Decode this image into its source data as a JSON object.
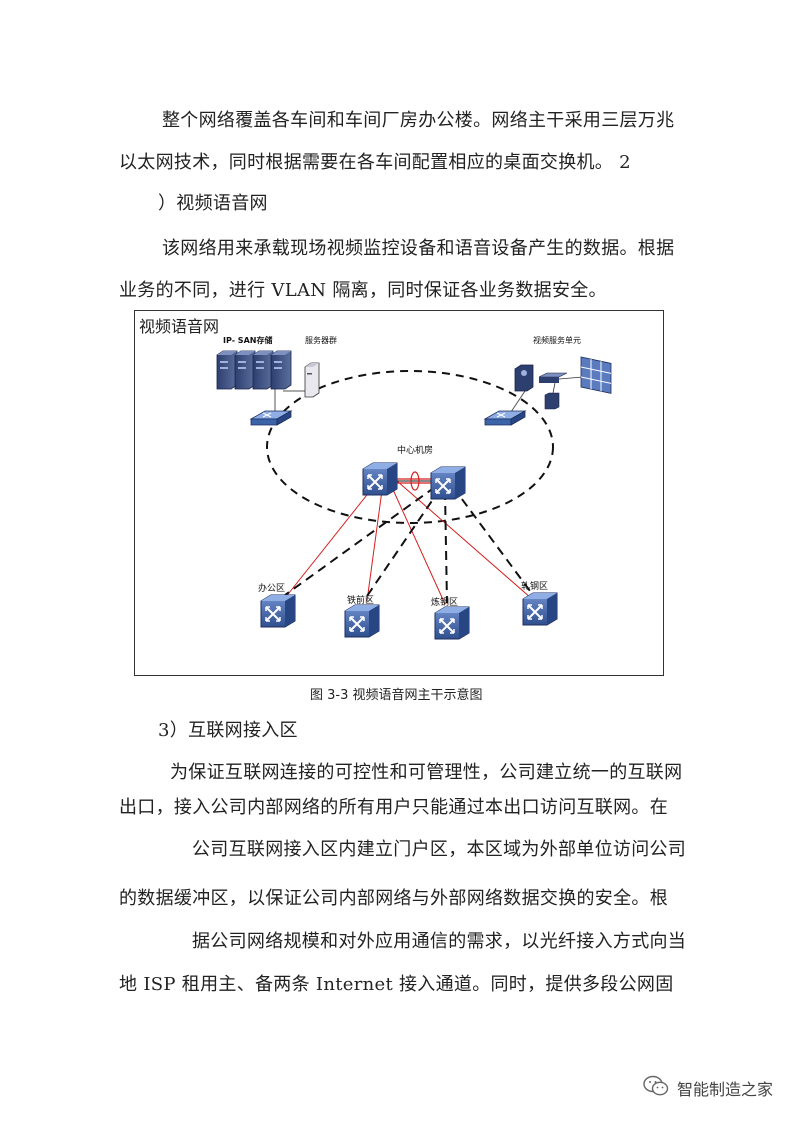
{
  "paragraphs": {
    "p1_l1": "整个网络覆盖各车间和车间厂房办公楼。网络主干采用三层万兆",
    "p1_l2": "以太网技术，同时根据需要在各车间配置相应的桌面交换机。 2",
    "p2_heading": "）视频语音网",
    "p3_l1": "该网络用来承载现场视频监控设备和语音设备产生的数据。根据",
    "p3_l2": "业务的不同，进行 VLAN 隔离，同时保证各业务数据安全。",
    "p4_heading": "3）互联网接入区",
    "p5_l1": "为保证互联网连接的可控性和可管理性，公司建立统一的互联网",
    "p5_l2": "出口，接入公司内部网络的所有用户只能通过本出口访问互联网。在",
    "p5_l3": "公司互联网接入区内建立门户区，本区域为外部单位访问公司",
    "p5_l4": "的数据缓冲区，以保证公司内部网络与外部网络数据交换的安全。根",
    "p5_l5": "据公司网络规模和对外应用通信的需求，以光纤接入方式向当",
    "p5_l6": "地 ISP 租用主、备两条 Internet 接入通道。同时，提供多段公网固"
  },
  "figure": {
    "box_title": "视频语音网",
    "caption": "图 3-3 视频语音网主干示意图",
    "labels": {
      "ip_san": "IP- SAN存储",
      "server_group": "服务器群",
      "video_unit": "视频服务单元",
      "center_room": "中心机房",
      "office": "办公区",
      "zone2": "铁前区",
      "zone3": "炼钢区",
      "zone4": "轧钢区"
    }
  },
  "watermark": {
    "text": "智能制造之家",
    "icon": "wechat-icon"
  },
  "colors": {
    "red_link": "#d42020",
    "switch_blue": "#3b64a8",
    "dashed": "#111111"
  }
}
